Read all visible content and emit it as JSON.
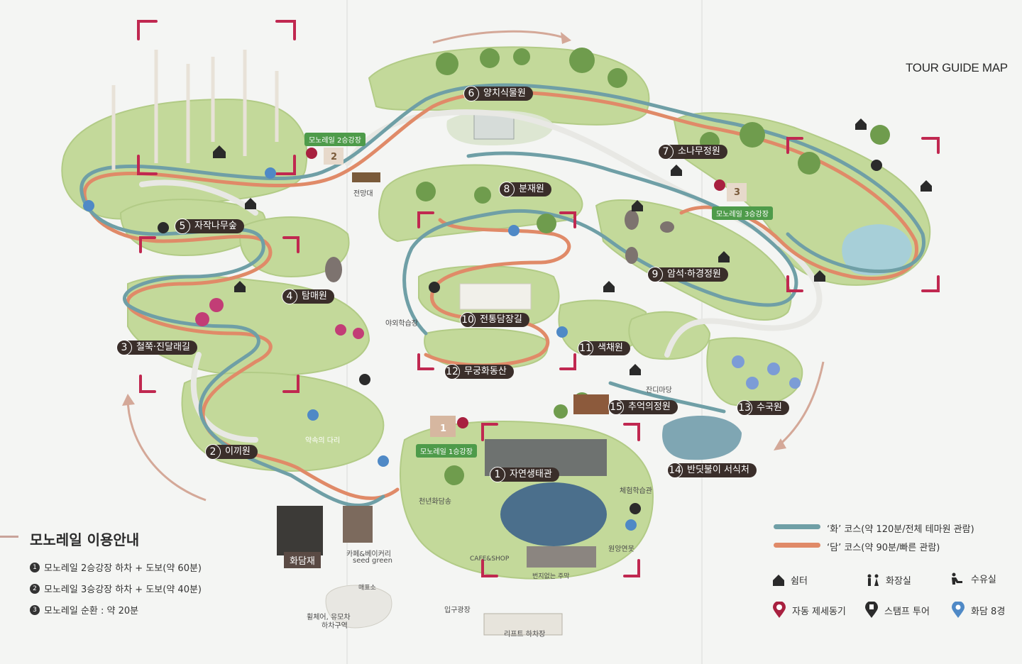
{
  "header": {
    "title": "TOUR GUIDE MAP"
  },
  "stops": [
    {
      "num": "1",
      "label": "자연생태관"
    },
    {
      "num": "2",
      "label": "이끼원"
    },
    {
      "num": "3",
      "label": "철쭉·진달래길"
    },
    {
      "num": "4",
      "label": "탐매원"
    },
    {
      "num": "5",
      "label": "자작나무숲"
    },
    {
      "num": "6",
      "label": "양치식물원"
    },
    {
      "num": "7",
      "label": "소나무정원"
    },
    {
      "num": "8",
      "label": "분재원"
    },
    {
      "num": "9",
      "label": "암석·하경정원"
    },
    {
      "num": "10",
      "label": "전통담장길"
    },
    {
      "num": "11",
      "label": "색채원"
    },
    {
      "num": "12",
      "label": "무궁화동산"
    },
    {
      "num": "13",
      "label": "수국원"
    },
    {
      "num": "14",
      "label": "반딧불이 서식처"
    },
    {
      "num": "15",
      "label": "추억의정원"
    }
  ],
  "stations": {
    "s1": "모노레일 1승강장",
    "s2": "모노레일 2승강장",
    "s3": "모노레일 3승강장",
    "badge1": "1",
    "badge2": "2",
    "badge3": "3"
  },
  "places": {
    "observatory": "전망대",
    "outdoor_class": "야외학습장",
    "lawn": "잔디마당",
    "experience": "체험학습관",
    "pond": "원앙연못",
    "cafe_shop": "CAFE&SHOP",
    "thousand_year": "천년화담송",
    "hwadamjae": "화담재",
    "cafe_bakery": "카페&베이커리",
    "seed_green": "seed green",
    "ticket": "매표소",
    "wheelchair": "휠체어, 유모차",
    "wheelchair2": "하차구역",
    "entrance": "입구광장",
    "lift": "리프트 하차장",
    "bridge": "약속의 다리",
    "forest_sign": "번지없는 주막"
  },
  "usage": {
    "title": "모노레일 이용안내",
    "items": [
      {
        "bullet": "1",
        "text": "모노레일 2승강장 하차 + 도보(약 60분)"
      },
      {
        "bullet": "2",
        "text": "모노레일 3승강장 하차 + 도보(약 40분)"
      },
      {
        "bullet": "3",
        "text": "모노레일 순환 : 약 20분"
      }
    ]
  },
  "legend": {
    "course_hwa": "‘화’ 코스(약 120분/전체 테마원 관람)",
    "course_dam": "‘담’ 코스(약 90분/빠른 관람)",
    "shelter": "쉼터",
    "restroom": "화장실",
    "nursing": "수유실",
    "auto_wash": "자동 제세동기",
    "stamp": "스탬프 투어",
    "photo": "화담 8경",
    "hwa_color": "#6f9fa6",
    "dam_color": "#e08a68"
  }
}
